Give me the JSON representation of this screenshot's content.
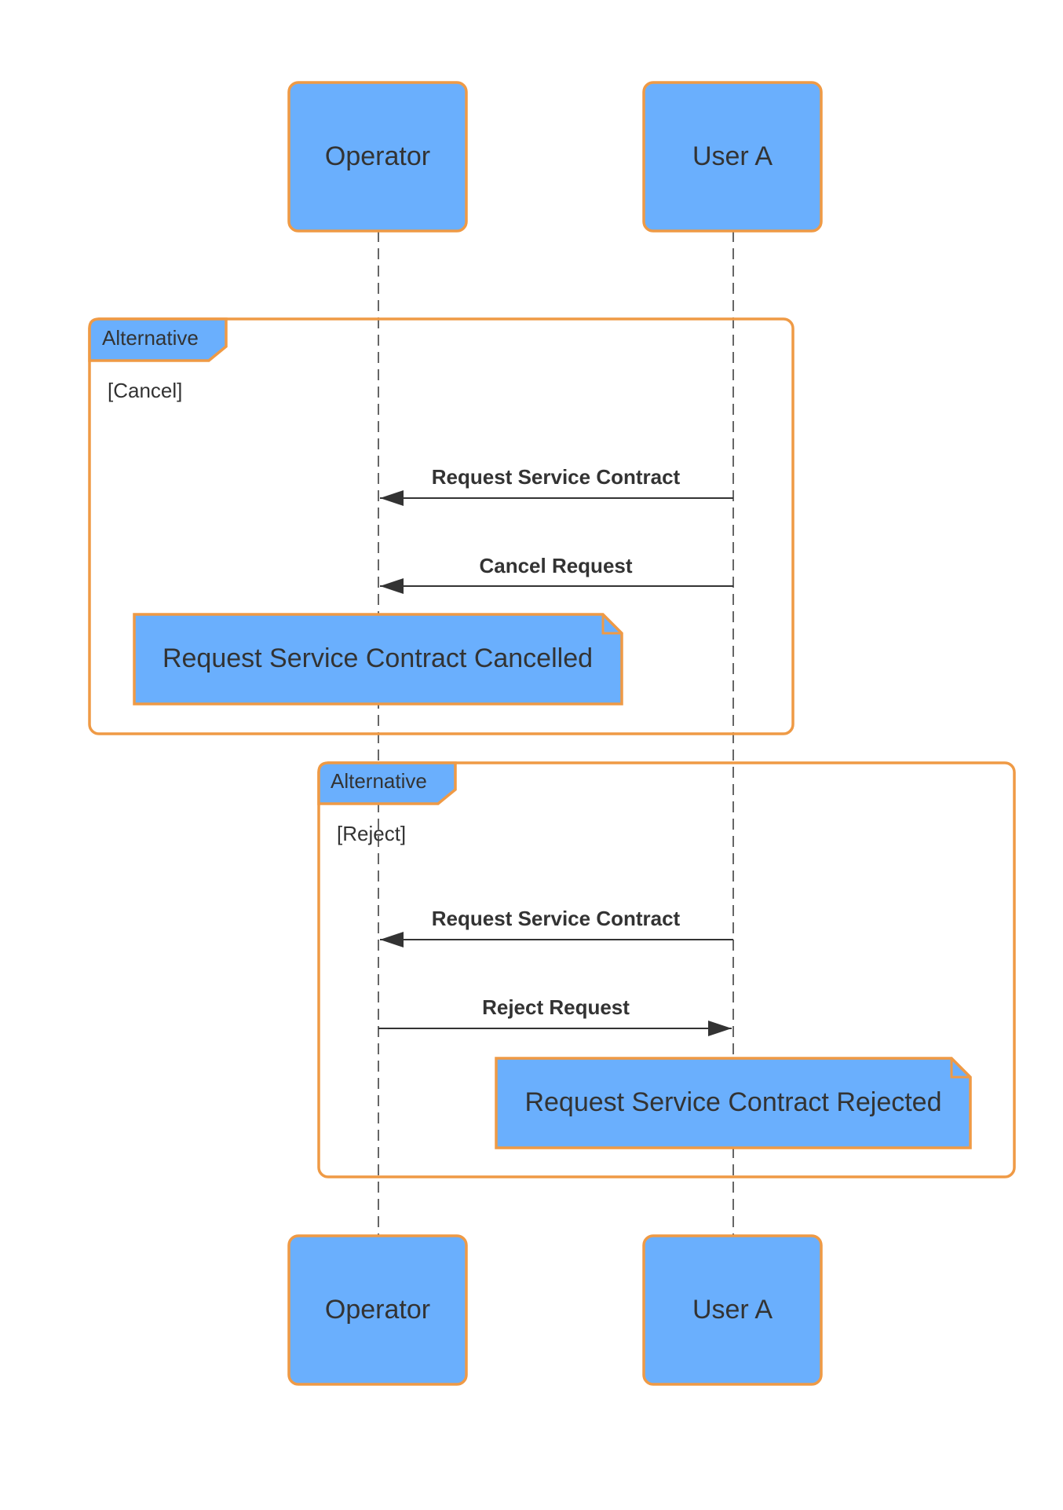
{
  "diagram": {
    "type": "sequence",
    "colors": {
      "box_fill": "#6aaffd",
      "box_stroke": "#ef9a45",
      "text": "#333333",
      "line": "#333333"
    },
    "actors": [
      {
        "label": "Operator"
      },
      {
        "label": "User A"
      }
    ],
    "fragments": [
      {
        "label": "Alternative",
        "guard": "[Cancel]",
        "messages": [
          {
            "label": "Request Service Contract",
            "from": "User A",
            "to": "Operator"
          },
          {
            "label": "Cancel Request",
            "from": "User A",
            "to": "Operator"
          }
        ],
        "note": "Request Service Contract Cancelled"
      },
      {
        "label": "Alternative",
        "guard": "[Reject]",
        "messages": [
          {
            "label": "Request Service Contract",
            "from": "User A",
            "to": "Operator"
          },
          {
            "label": "Reject Request",
            "from": "Operator",
            "to": "User A"
          }
        ],
        "note": "Request Service Contract Rejected"
      }
    ]
  }
}
